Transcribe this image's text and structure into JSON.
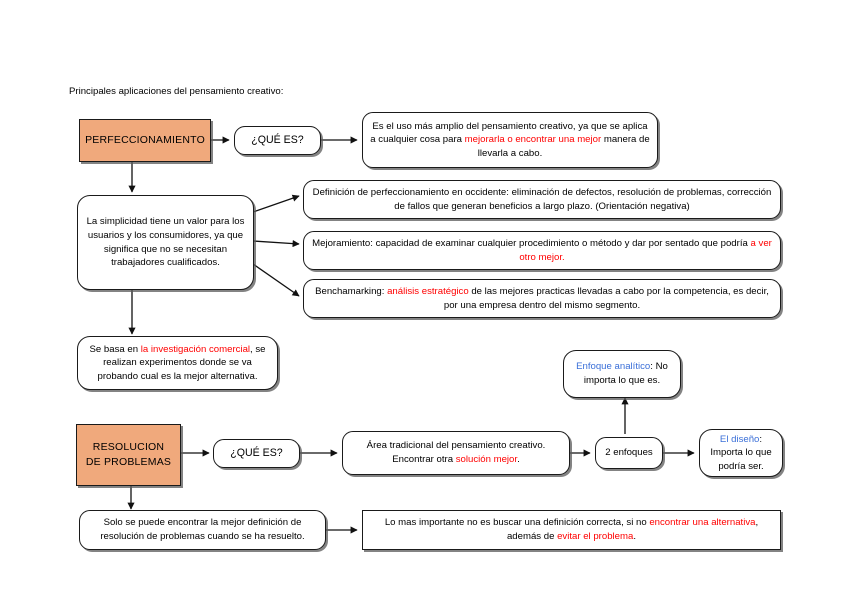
{
  "page": {
    "heading": "Principales aplicaciones del pensamiento creativo:",
    "background": "#ffffff",
    "accent_orange": "#F0A97C",
    "accent_red": "#FF0000",
    "accent_blue": "#3A6FD8",
    "stroke": "#1a1a1a"
  },
  "nodes": {
    "perfeccionamiento": {
      "label": "PERFECCIONAMIENTO"
    },
    "que_es_1": {
      "label": "¿QUÉ ES?"
    },
    "es_el_uso": {
      "part1": "Es el uso más amplio del pensamiento creativo, ya que se aplica a cualquier cosa para ",
      "highlight": "mejorarla o encontrar una mejor",
      "part2": " manera de llevarla a cabo."
    },
    "definicion": {
      "text": "Definición de perfeccionamiento en occidente: eliminación de defectos, resolución de problemas, corrección de fallos que generan beneficios a largo plazo. (Orientación negativa)"
    },
    "mejoramiento": {
      "part1": "Mejoramiento: capacidad de examinar cualquier procedimiento o método y dar por sentado que podría ",
      "highlight": "a ver otro mejor.",
      "part2": ""
    },
    "benchmarking": {
      "part1": "Benchamarking: ",
      "highlight": "análisis estratégico",
      "part2": " de las mejores practicas llevadas a cabo por la competencia, es decir, por una empresa dentro del mismo segmento."
    },
    "simplicidad": {
      "text": "La simplicidad tiene un valor para los usuarios y los consumidores, ya que significa que no se necesitan trabajadores cualificados."
    },
    "se_basa": {
      "part1": "Se basa en ",
      "highlight": "la investigación comercial",
      "part2": ", se realizan experimentos donde se va probando cual es la mejor alternativa."
    },
    "resolucion": {
      "label": "RESOLUCION DE PROBLEMAS"
    },
    "que_es_2": {
      "label": "¿QUÉ ES?"
    },
    "area_tradicional": {
      "part1": "Área tradicional del pensamiento creativo. Encontrar otra ",
      "highlight": "solución mejor",
      "part2": "."
    },
    "dos_enfoques": {
      "label": "2 enfoques"
    },
    "enfoque_analitico": {
      "highlight": "Enfoque analítico",
      "part2": ": No importa lo que es."
    },
    "el_diseno": {
      "highlight": "El diseño",
      "part2": ": Importa lo que podría ser."
    },
    "solo_se_puede": {
      "text": "Solo se puede encontrar la mejor definición de resolución de problemas cuando se ha resuelto."
    },
    "lo_mas_importante": {
      "part1": "Lo mas importante no es buscar una definición correcta, si no ",
      "highlight": "encontrar una alternativa",
      "mid": ", además de ",
      "highlight2": "evitar el problema",
      "part2": "."
    }
  }
}
